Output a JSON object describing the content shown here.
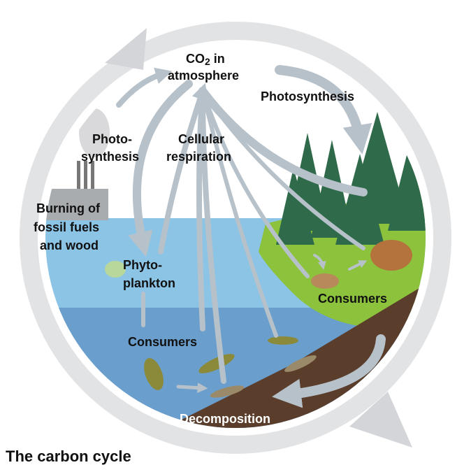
{
  "diagram": {
    "title": "The carbon cycle",
    "labels": {
      "co2_line1": "CO",
      "co2_sub": "2",
      "co2_in": " in",
      "co2_line2": "atmosphere",
      "photosynthesis_right": "Photosynthesis",
      "photo_left_1": "Photo-",
      "photo_left_2": "synthesis",
      "cellular_1": "Cellular",
      "cellular_2": "respiration",
      "burning_1": "Burning of",
      "burning_2": "fossil fuels",
      "burning_3": "and wood",
      "phyto_1": "Phyto-",
      "phyto_2": "plankton",
      "consumers_land": "Consumers",
      "consumers_water": "Consumers",
      "decomposition": "Decomposition"
    },
    "colors": {
      "ring": "#dcdee0",
      "arrow": "#b7c1ca",
      "sky": "#ffffff",
      "water": "#8cc4e6",
      "deep_water": "#5f94c4",
      "land": "#8cc23c",
      "soil": "#5a3d2b",
      "tree": "#2f6b4a"
    }
  }
}
